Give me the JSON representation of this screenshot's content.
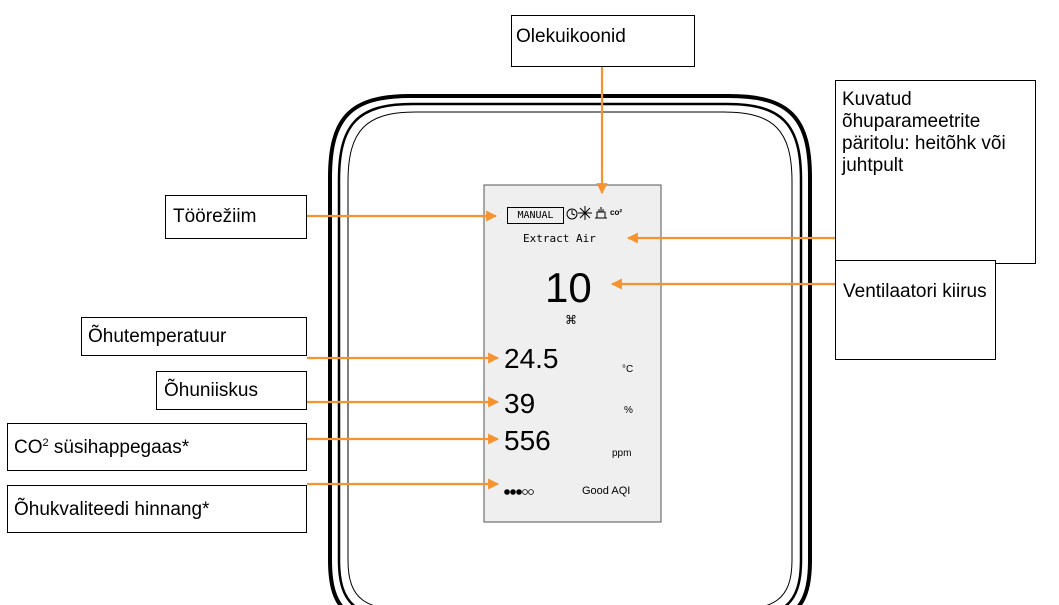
{
  "labels": {
    "status_icons": "Olekuikoonid",
    "source": "Kuvatud õhuparameetrite päritolu: heitõhk või juhtpult",
    "mode": "Töörežiim",
    "fan_speed": "Ventilaatori kiirus",
    "temperature": "Õhutemperatuur",
    "humidity": "Õhuniiskus",
    "co2_prefix": "CO",
    "co2_sup": "2",
    "co2_suffix": " süsihappegaas*",
    "aqi": "Õhukvaliteedi hinnang*"
  },
  "display": {
    "mode_badge": "MANUAL",
    "co2_icon_text": "co²",
    "source_text": "Extract Air",
    "fan_speed_value": "10",
    "fan_icon_glyph": "⌘",
    "temperature_value": "24.5",
    "temperature_unit": "°C",
    "humidity_value": "39",
    "humidity_unit": "%",
    "co2_value": "556",
    "co2_unit": "ppm",
    "aqi_dots_filled": 3,
    "aqi_dots_total": 5,
    "aqi_text": "Good AQI"
  },
  "colors": {
    "arrow": "#F7932F",
    "frame": "#000000",
    "screen_bg": "#EFEFEF"
  }
}
